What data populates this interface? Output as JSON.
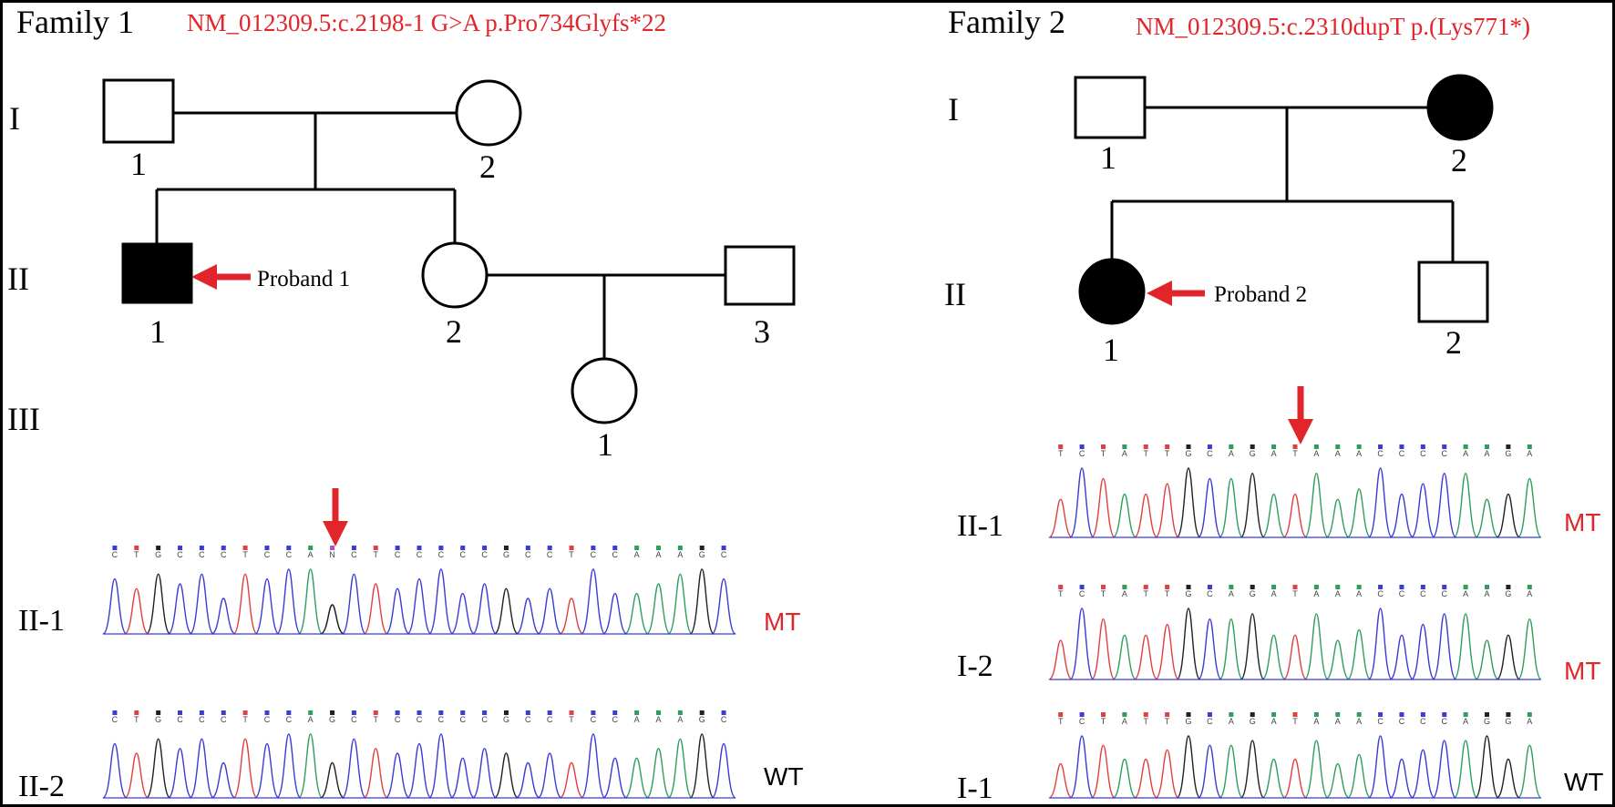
{
  "colors": {
    "red": "#e0262b",
    "A": "#2e9e5b",
    "C": "#3b3bd6",
    "G": "#222222",
    "T": "#e04040"
  },
  "families": [
    {
      "title": "Family 1",
      "variant": "NM_012309.5:c.2198-1 G>A p.Pro734Glyfs*22",
      "generations": [
        "I",
        "II",
        "III"
      ],
      "proband_label": "Proband 1",
      "members": [
        {
          "id": "I-1",
          "sex": "male",
          "affected": false,
          "label": "1"
        },
        {
          "id": "I-2",
          "sex": "female",
          "affected": false,
          "label": "2"
        },
        {
          "id": "II-1",
          "sex": "male",
          "affected": true,
          "label": "1",
          "proband": true
        },
        {
          "id": "II-2",
          "sex": "female",
          "affected": false,
          "label": "2"
        },
        {
          "id": "II-3",
          "sex": "male",
          "affected": false,
          "label": "3"
        },
        {
          "id": "III-1",
          "sex": "female",
          "affected": false,
          "label": "1"
        }
      ],
      "traces": [
        {
          "label": "II-1",
          "status": "MT",
          "sequence": "CTGCCCTCCANCTCCCCCGCCTCCAAAGC"
        },
        {
          "label": "II-2",
          "status": "WT",
          "sequence": "CTGCCCTCCAGCTCCCCCGCCTCCAAAGC"
        }
      ]
    },
    {
      "title": "Family 2",
      "variant": "NM_012309.5:c.2310dupT p.(Lys771*)",
      "generations": [
        "I",
        "II"
      ],
      "proband_label": "Proband 2",
      "members": [
        {
          "id": "I-1",
          "sex": "male",
          "affected": false,
          "label": "1"
        },
        {
          "id": "I-2",
          "sex": "female",
          "affected": true,
          "label": "2"
        },
        {
          "id": "II-1",
          "sex": "female",
          "affected": true,
          "label": "1",
          "proband": true
        },
        {
          "id": "II-2",
          "sex": "male",
          "affected": false,
          "label": "2"
        }
      ],
      "traces": [
        {
          "label": "II-1",
          "status": "MT",
          "sequence": "TCTATTGCAGATAAACCCCAAGA"
        },
        {
          "label": "I-2",
          "status": "MT",
          "sequence": "TCTATTGCAGATAAACCCCAAGA"
        },
        {
          "label": "I-1",
          "status": "WT",
          "sequence": "TCTATTGCAGATAAACCCCAGGA"
        }
      ]
    }
  ]
}
